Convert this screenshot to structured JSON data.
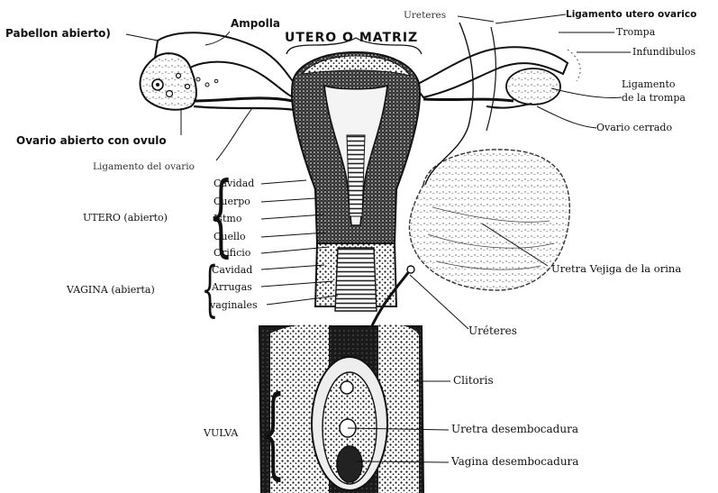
{
  "title": "UTERO O MATRIZ",
  "labels": {
    "pabellon": "Pabellon abierto)",
    "ampolla": "Ampolla",
    "ureteres_top": "Ureteres",
    "ligamento_utero_ovarico": "Ligamento utero ovarico",
    "trompa": "Trompa",
    "infundibulos": "Infundibulos",
    "ligamento_trompa_1": "Ligamento",
    "ligamento_trompa_2": "de la trompa",
    "ovario_cerrado": "Ovario cerrado",
    "ovario_abierto": "Ovario abierto con ovulo",
    "ligamento_ovario": "Ligamento del ovario",
    "utero_group": "UTERO (abierto)",
    "utero_parts": [
      "Cavidad",
      "Cuerpo",
      "Istmo",
      "Cuello",
      "Orificio"
    ],
    "vagina_group": "VAGINA (abierta)",
    "vagina_parts": [
      "Cavidad",
      "Arrugas",
      "vaginales"
    ],
    "vejiga": "Uretra Vejiga de la orina",
    "ureteres_bottom": "Uréteres",
    "clitoris": "Clitoris",
    "uretra_desembocadura": "Uretra desembocadura",
    "vulva": "VULVA",
    "vagina_desembocadura": "Vagina desembocadura"
  }
}
